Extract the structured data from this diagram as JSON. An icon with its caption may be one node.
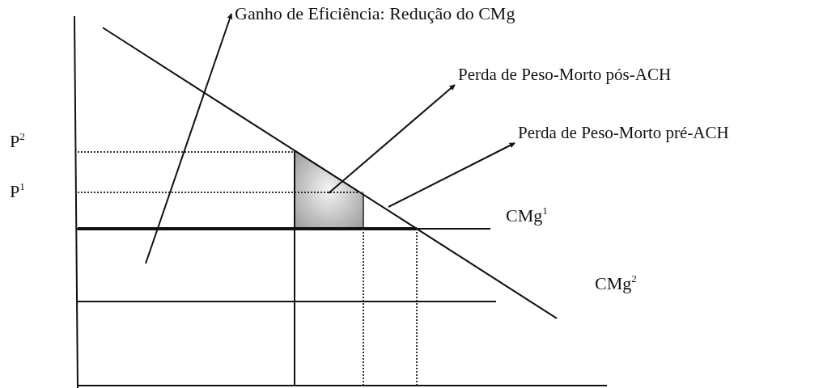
{
  "diagram": {
    "nodes": [
      {
        "text": [
          "Ganho de Eficiência: Redução do CMg"
        ]
      },
      {
        "text": [
          "Perda de Peso-Morto pós-ACH"
        ]
      },
      {
        "text": [
          "Perda de Peso-Morto pré-ACH"
        ]
      },
      {
        "text": [],
        "shape": "box"
      }
    ],
    "edges": [
      {
        "from": null,
        "to": 0,
        "arrow": "to"
      },
      {
        "from": 3,
        "to": 1,
        "arrow": "to"
      },
      {
        "from": null,
        "to": 2,
        "arrow": "to"
      }
    ],
    "labels": [
      "P$^{2}$",
      "P$^{1}$",
      "CMg$^{1}$",
      "CMg$^{2}$"
    ]
  }
}
